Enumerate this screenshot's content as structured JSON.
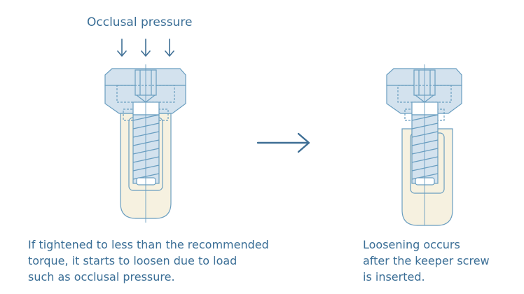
{
  "header": {
    "title": "Occlusal pressure"
  },
  "colors": {
    "stroke": "#6a9ec0",
    "head_fill": "#d3e2ee",
    "sleeve_fill": "#f6f1e0",
    "text": "#3a6e96",
    "arrow": "#3f6f95"
  },
  "captions": {
    "left": {
      "line1": "If tightened to less than the recommended",
      "line2": "torque, it starts to loosen due to load",
      "line3": "such as occlusal pressure."
    },
    "right": {
      "line1": "Loosening occurs",
      "line2": "after the keeper screw",
      "line3": "is inserted."
    }
  },
  "icons": {
    "pressure_arrows": "down-arrow-icon",
    "transition_arrow": "right-arrow-icon"
  }
}
